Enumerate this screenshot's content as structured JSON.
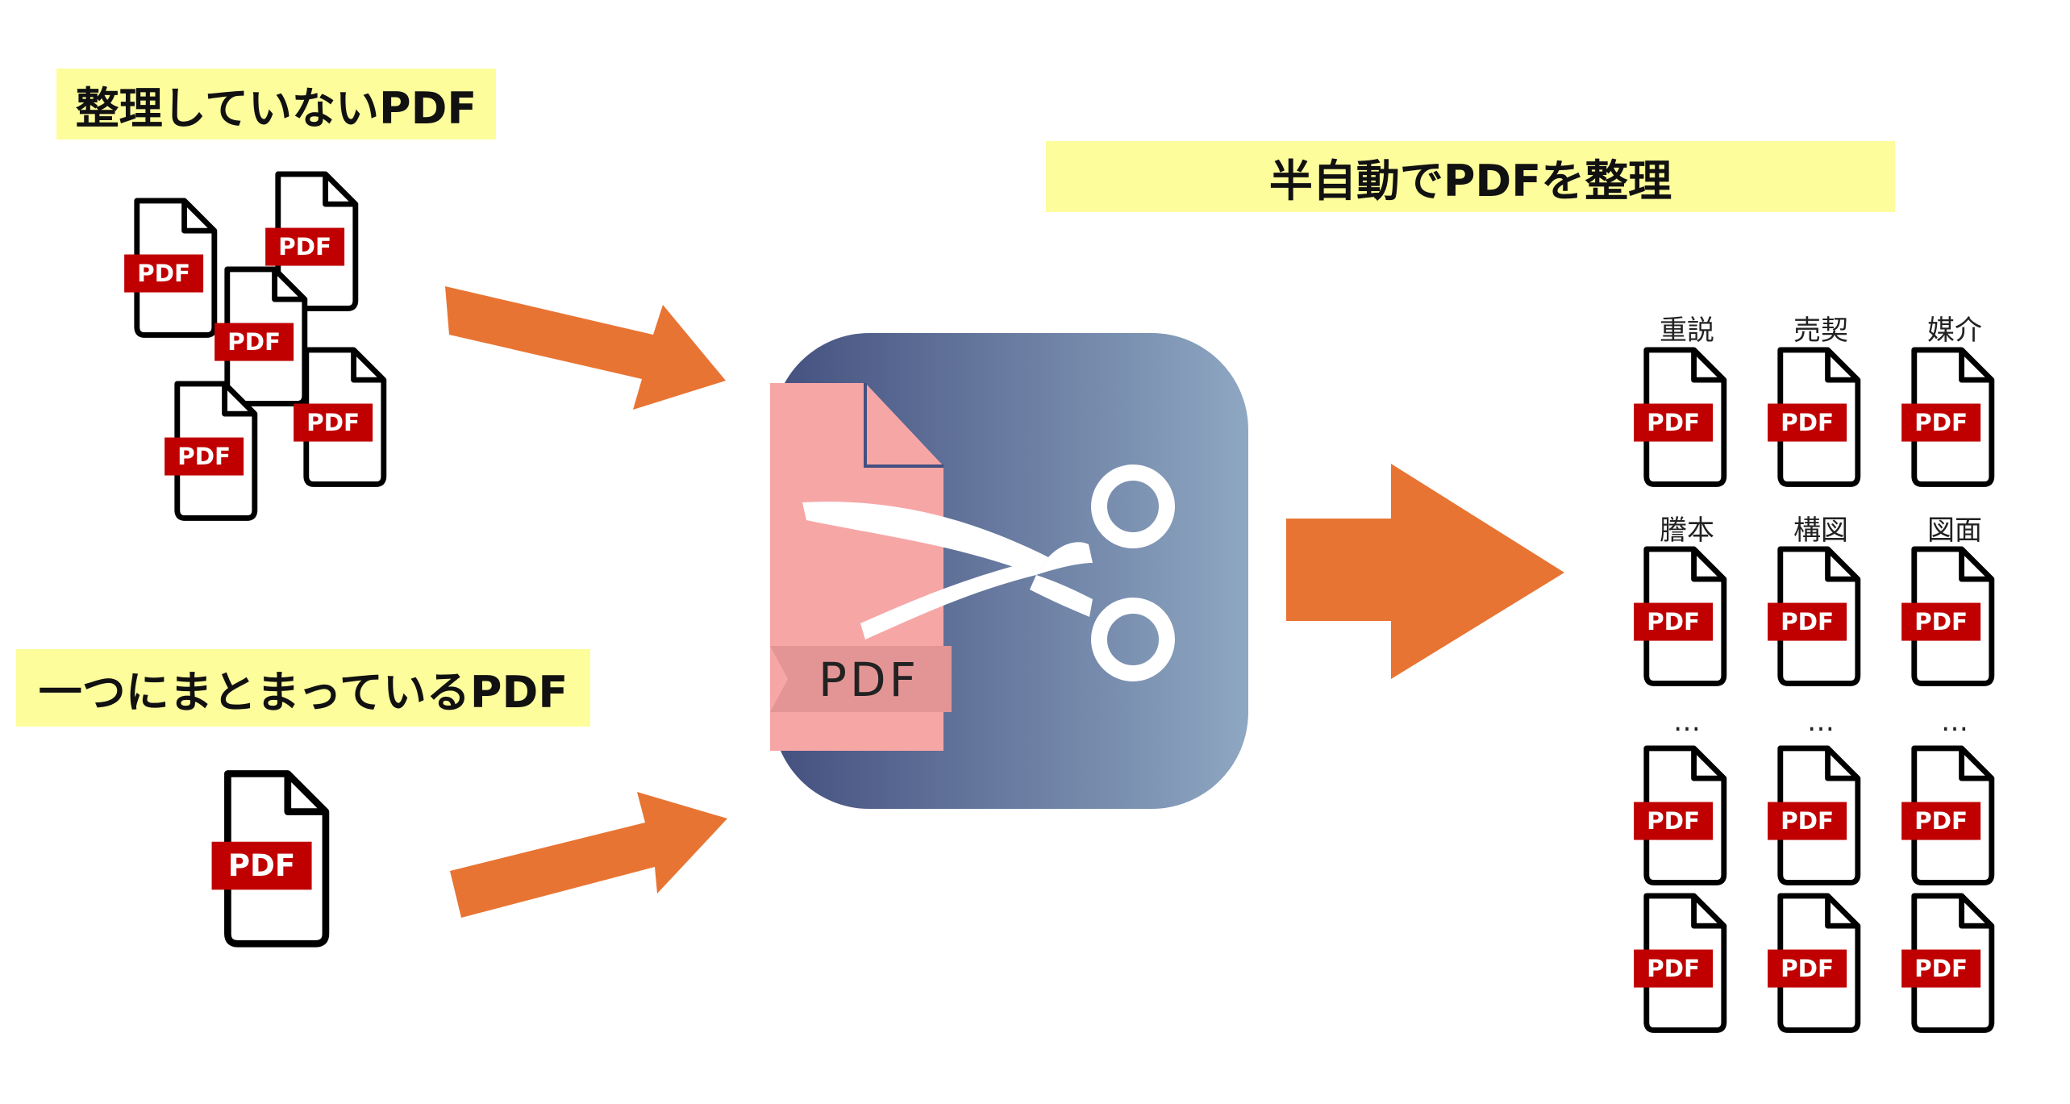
{
  "labels": {
    "unorganized": "整理していないPDF",
    "combined": "一つにまとまっているPDF",
    "semi_auto": "半自動でPDFを整理"
  },
  "pdf_badge_text": "PDF",
  "app_icon": {
    "badge_text": "PDF",
    "icon_name": "pdf-scissors-app-icon"
  },
  "categories": [
    {
      "label": "重説"
    },
    {
      "label": "売契"
    },
    {
      "label": "媒介"
    },
    {
      "label": "謄本"
    },
    {
      "label": "構図"
    },
    {
      "label": "図面"
    },
    {
      "label": "…"
    },
    {
      "label": "…"
    },
    {
      "label": "…"
    },
    {
      "label": ""
    },
    {
      "label": ""
    },
    {
      "label": ""
    }
  ],
  "colors": {
    "label_bg": "#fdfd9c",
    "arrow": "#e87433",
    "pdf_badge": "#c00000",
    "icon_gradient_start": "#44507f",
    "icon_gradient_end": "#8ea7c2",
    "page_pink": "#f7a6a6"
  }
}
